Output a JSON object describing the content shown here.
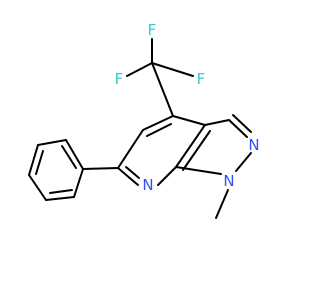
{
  "molecule": {
    "atoms": [
      {
        "id": "f_top",
        "label": "F"
      },
      {
        "id": "f_left",
        "label": "F"
      },
      {
        "id": "f_right",
        "label": "F"
      },
      {
        "id": "n_pyrazole",
        "label": "N"
      },
      {
        "id": "n_pyridine",
        "label": "N"
      },
      {
        "id": "n_methyl",
        "label": "N"
      }
    ]
  },
  "colors": {
    "bond": "#000000",
    "fluorine": "#33cccc",
    "nitrogen": "#3050f8",
    "background": "#ffffff"
  }
}
